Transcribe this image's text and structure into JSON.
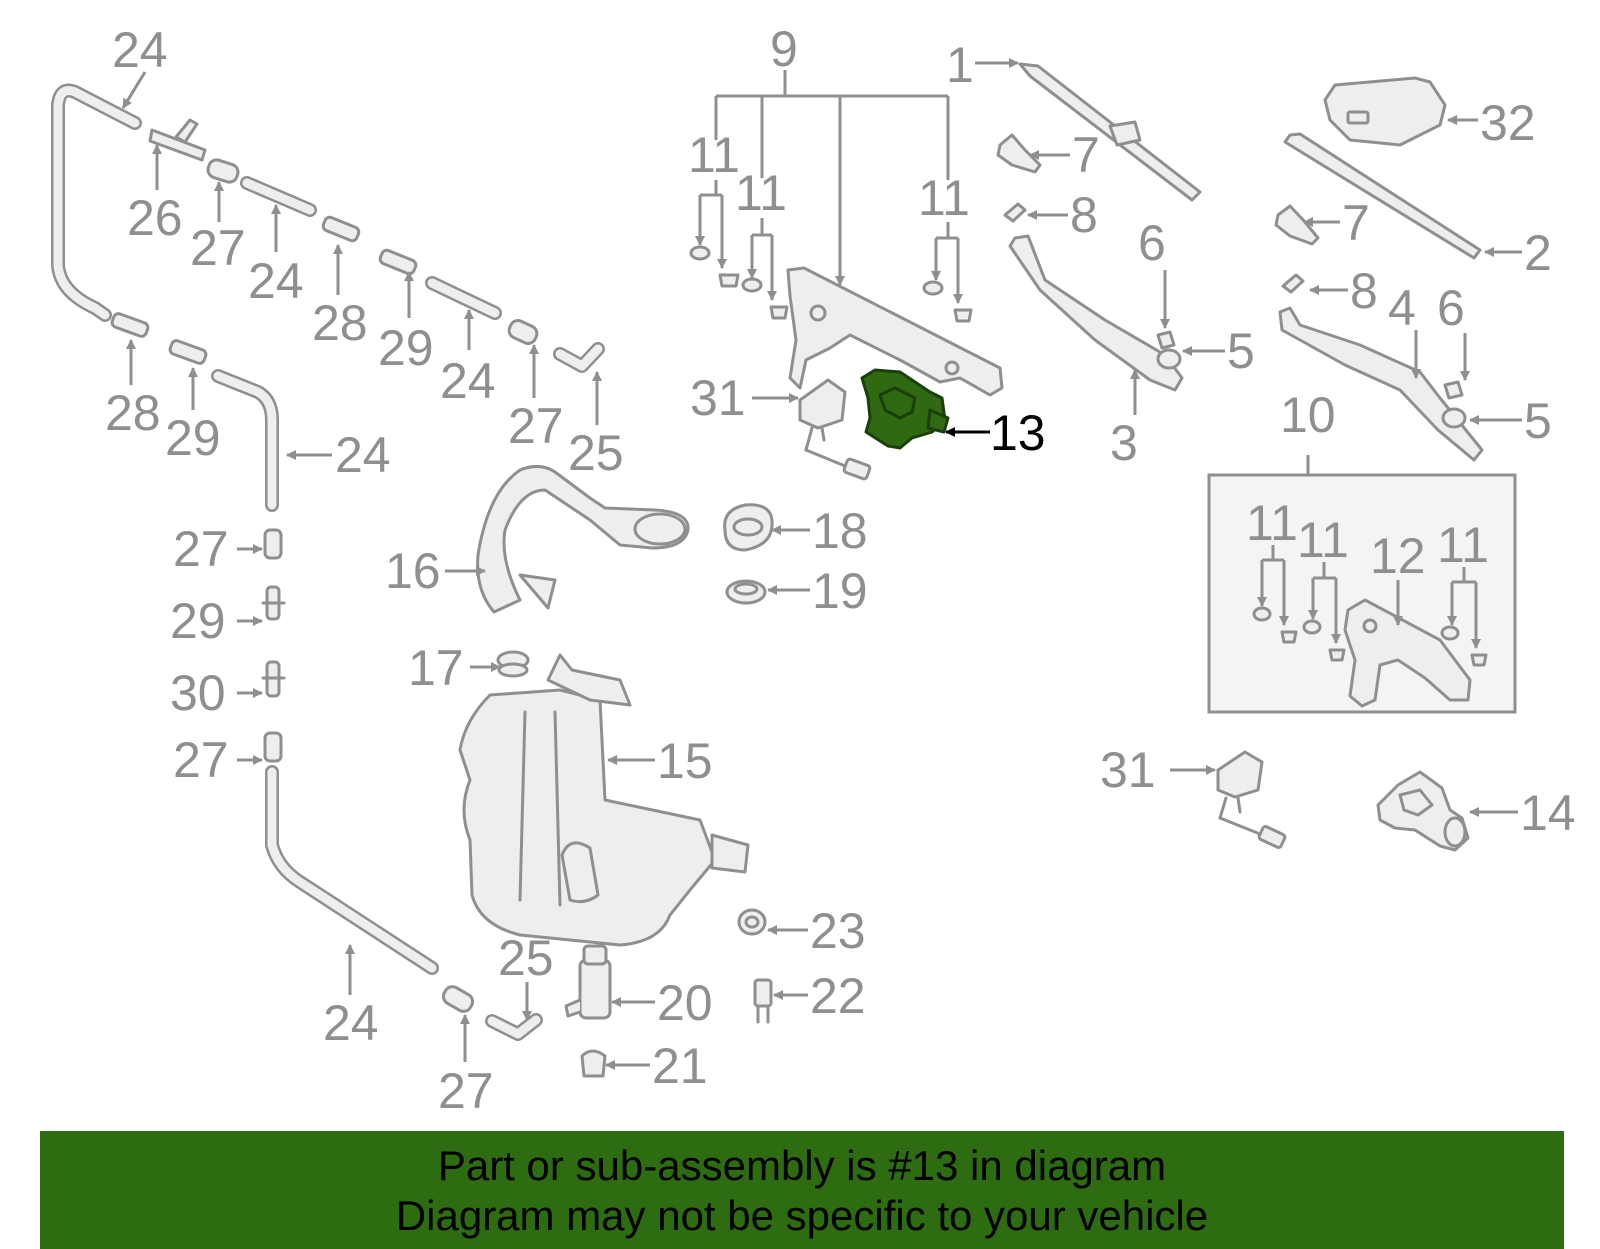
{
  "highlight_color": "#2e6c12",
  "highlighted_callout": "13",
  "callouts": {
    "c1": "1",
    "c2": "2",
    "c3": "3",
    "c4": "4",
    "c5a": "5",
    "c5b": "5",
    "c6a": "6",
    "c6b": "6",
    "c7a": "7",
    "c7b": "7",
    "c8a": "8",
    "c8b": "8",
    "c9": "9",
    "c10": "10",
    "c11a": "11",
    "c11b": "11",
    "c11c": "11",
    "c11d": "11",
    "c11e": "11",
    "c11f": "11",
    "c12": "12",
    "c13": "13",
    "c14": "14",
    "c15": "15",
    "c16": "16",
    "c17": "17",
    "c18": "18",
    "c19": "19",
    "c20": "20",
    "c21": "21",
    "c22": "22",
    "c23": "23",
    "c24a": "24",
    "c24b": "24",
    "c24c": "24",
    "c24d": "24",
    "c24e": "24",
    "c25a": "25",
    "c25b": "25",
    "c26": "26",
    "c27a": "27",
    "c27b": "27",
    "c27c": "27",
    "c27d": "27",
    "c27e": "27",
    "c28a": "28",
    "c28b": "28",
    "c29a": "29",
    "c29b": "29",
    "c29c": "29",
    "c30": "30",
    "c31a": "31",
    "c31b": "31",
    "c32": "32"
  },
  "banner": {
    "line1": "Part or sub-assembly is #13 in diagram",
    "line2": "Diagram may not be specific to your vehicle"
  }
}
